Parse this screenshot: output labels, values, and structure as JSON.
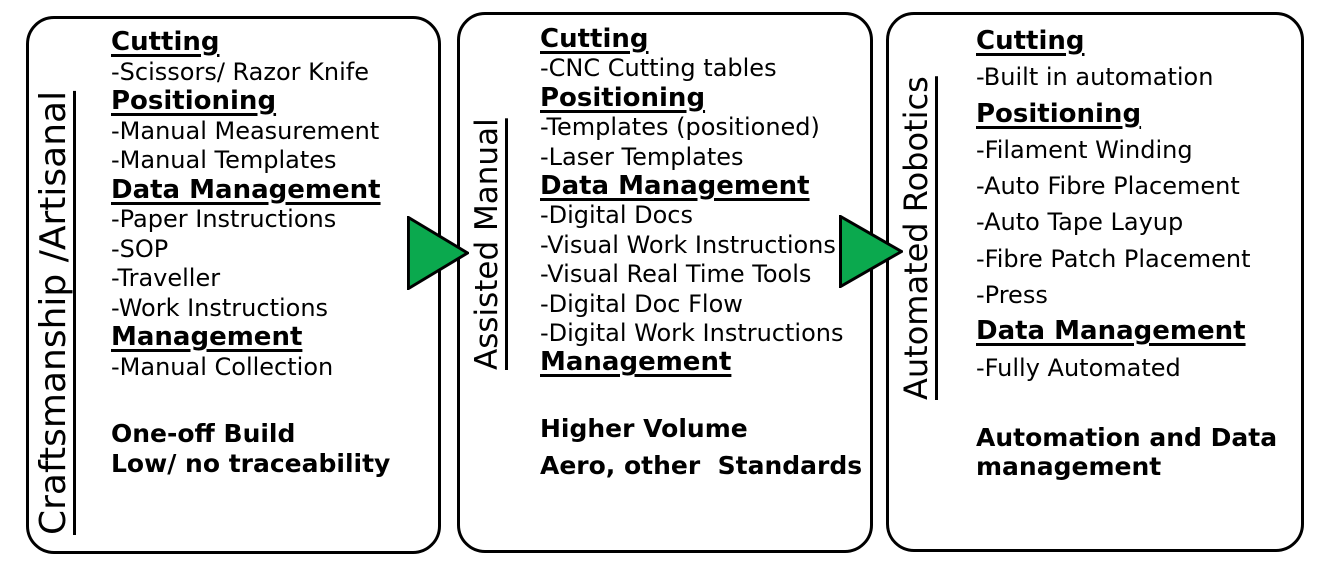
{
  "arrow_color": "#0ba94e",
  "stages": [
    {
      "vertical_label": "Craftsmanship /Artisanal",
      "sections": [
        {
          "heading": "Cutting",
          "items": [
            "-Scissors/ Razor Knife"
          ]
        },
        {
          "heading": "Positioning",
          "items": [
            "-Manual Measurement",
            "-Manual Templates"
          ]
        },
        {
          "heading": "Data Management",
          "items": [
            "-Paper Instructions",
            "-SOP",
            "-Traveller",
            "-Work Instructions"
          ]
        },
        {
          "heading": "Management",
          "items": [
            "-Manual Collection"
          ]
        }
      ],
      "summary_lines": [
        "One-off Build",
        "Low/ no traceability"
      ]
    },
    {
      "vertical_label": "Assisted Manual",
      "sections": [
        {
          "heading": "Cutting",
          "items": [
            "-CNC Cutting tables"
          ]
        },
        {
          "heading": "Positioning",
          "items": [
            "-Templates (positioned)",
            "-Laser Templates"
          ]
        },
        {
          "heading": "Data Management",
          "items": [
            "-Digital Docs",
            "-Visual Work Instructions",
            "-Visual Real Time Tools",
            "-Digital Doc Flow",
            "-Digital Work Instructions"
          ]
        },
        {
          "heading": "Management",
          "items": []
        }
      ],
      "summary_lines": [
        "Higher Volume",
        "Aero, other  Standards"
      ]
    },
    {
      "vertical_label": "Automated Robotics",
      "sections": [
        {
          "heading": "Cutting",
          "items": [
            "-Built in automation"
          ]
        },
        {
          "heading": "Positioning",
          "items": [
            "-Filament Winding",
            "-Auto Fibre Placement",
            "-Auto Tape Layup",
            "-Fibre Patch Placement",
            "-Press"
          ]
        },
        {
          "heading": "Data Management",
          "items": [
            "-Fully Automated"
          ]
        }
      ],
      "summary_lines": [
        "Automation and Data management"
      ]
    }
  ]
}
